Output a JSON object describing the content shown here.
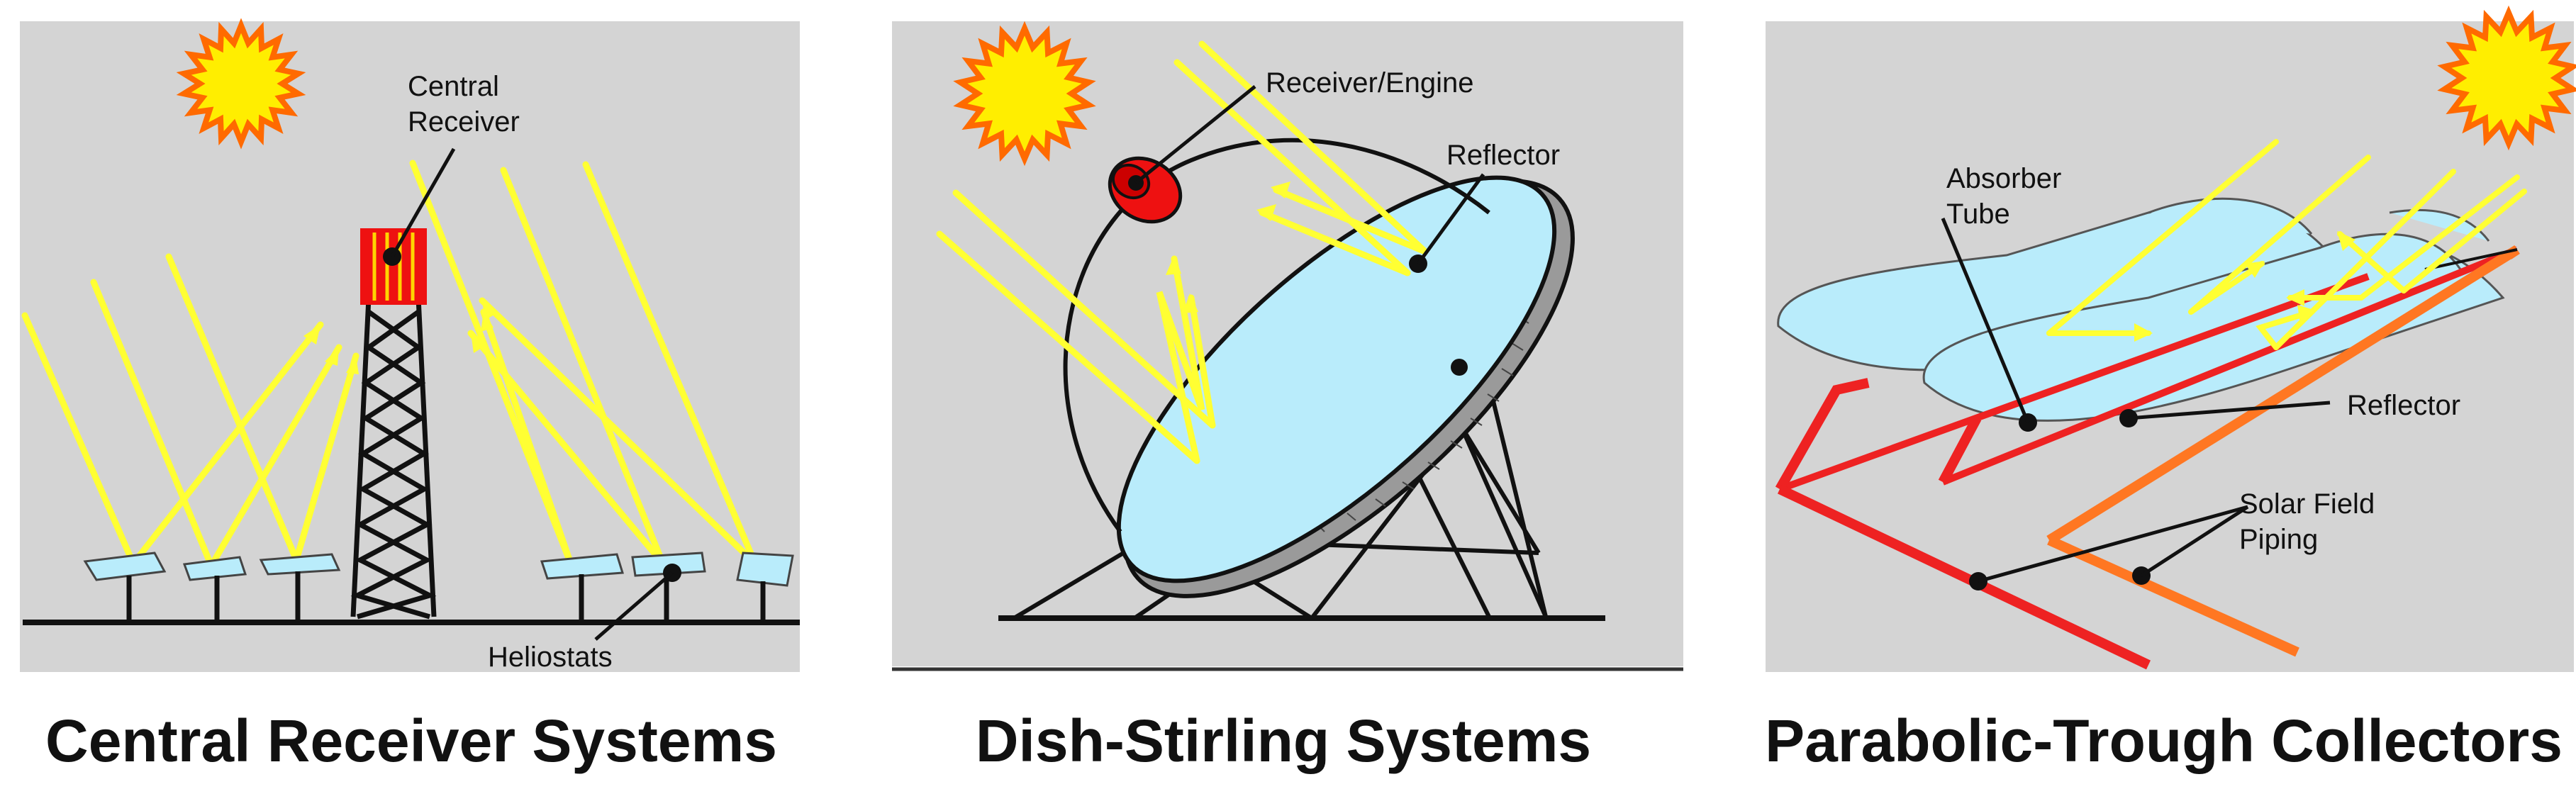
{
  "panels": [
    {
      "caption": "Central Receiver Systems",
      "labels": {
        "receiver_line1": "Central",
        "receiver_line2": "Receiver",
        "heliostats": "Heliostats"
      }
    },
    {
      "caption": "Dish-Stirling Systems",
      "labels": {
        "receiver_engine": "Receiver/Engine",
        "reflector": "Reflector"
      }
    },
    {
      "caption": "Parabolic-Trough Collectors",
      "labels": {
        "absorber_line1": "Absorber",
        "absorber_line2": "Tube",
        "reflector": "Reflector",
        "piping_line1": "Solar Field",
        "piping_line2": "Piping"
      }
    }
  ],
  "colors": {
    "panel_bg": "#d4d4d4",
    "sun_fill": "#ffee00",
    "sun_outline": "#ff6a00",
    "ray": "#ffff33",
    "mirror": "#b9ecfb",
    "receiver": "#ee1111",
    "pipe_hot": "#ee2222",
    "pipe_cold": "#ff7722",
    "ground": "#111111"
  }
}
